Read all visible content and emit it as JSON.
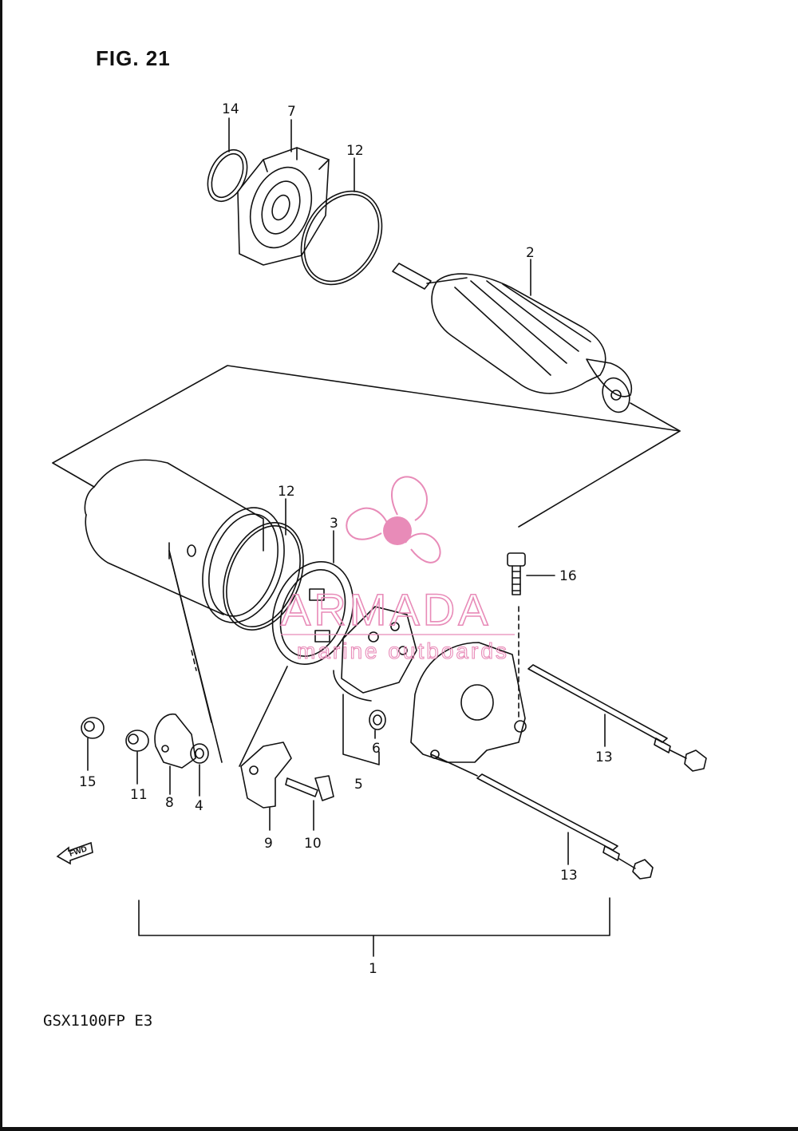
{
  "figure": {
    "title": "FIG. 21",
    "model_code": "GSX1100FP  E3"
  },
  "fwd_label": "FWD",
  "watermark": {
    "brand": "ARMADA",
    "tagline": "marine outboards",
    "color": "#e88bb8"
  },
  "callouts": {
    "c1": "1",
    "c2": "2",
    "c3": "3",
    "c4": "4",
    "c5": "5",
    "c6": "6",
    "c7": "7",
    "c8": "8",
    "c9": "9",
    "c10": "10",
    "c11": "11",
    "c12a": "12",
    "c12b": "12",
    "c13a": "13",
    "c13b": "13",
    "c14": "14",
    "c15": "15",
    "c16": "16"
  }
}
